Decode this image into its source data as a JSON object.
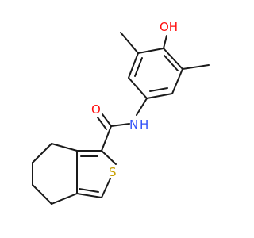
{
  "molecule": {
    "atoms": {
      "hydroxyl": {
        "label": "OH",
        "color": "#ff0d0d"
      },
      "carbonyl_oxygen": {
        "label": "O",
        "color": "#ff0d0d"
      },
      "amide_nitrogen": {
        "label": "N",
        "color": "#3050f8"
      },
      "amide_hydrogen": {
        "label": "H",
        "color": "#3050f8"
      },
      "sulfur": {
        "label": "S",
        "color": "#c8a000"
      }
    },
    "bond_color": "#1a1a1a"
  }
}
